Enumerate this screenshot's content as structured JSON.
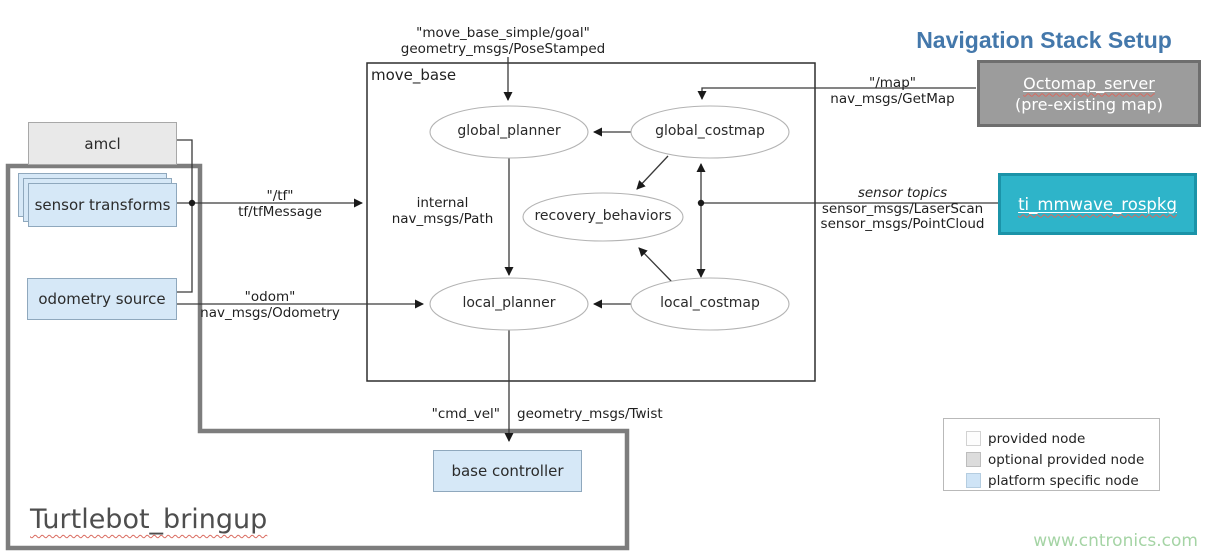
{
  "title": "Navigation Stack Setup",
  "watermark": "www.cntronics.com",
  "group_label": "Turtlebot_bringup",
  "move_base": {
    "label": "move_base"
  },
  "nodes": {
    "amcl": "amcl",
    "sensor_transforms": "sensor transforms",
    "odometry_source": "odometry source",
    "base_controller": "base controller",
    "octomap_line1": "Octomap_server",
    "octomap_line2": "(pre-existing map)",
    "ti_mmwave": "ti_mmwave_rospkg",
    "global_planner": "global_planner",
    "global_costmap": "global_costmap",
    "recovery_behaviors": "recovery_behaviors",
    "local_planner": "local_planner",
    "local_costmap": "local_costmap"
  },
  "edges": {
    "goal_topic": "\"move_base_simple/goal\"",
    "goal_type": "geometry_msgs/PoseStamped",
    "tf_topic": "\"/tf\"",
    "tf_type": "tf/tfMessage",
    "odom_topic": "\"odom\"",
    "odom_type": "nav_msgs/Odometry",
    "map_topic": "\"/map\"",
    "map_type": "nav_msgs/GetMap",
    "internal_line1": "internal",
    "internal_line2": "nav_msgs/Path",
    "sensor_topics": "sensor topics",
    "sensor_type1": "sensor_msgs/LaserScan",
    "sensor_type2": "sensor_msgs/PointCloud",
    "cmdvel_topic": "\"cmd_vel\"",
    "cmdvel_type": "geometry_msgs/Twist"
  },
  "legend": {
    "items": [
      {
        "label": "provided node",
        "color": "#ffffff"
      },
      {
        "label": "optional provided node",
        "color": "#dcdcdc"
      },
      {
        "label": "platform specific node",
        "color": "#cfe4f6"
      }
    ]
  },
  "colors": {
    "title_blue": "#4478ab",
    "platform_node_blue": "#d6e8f7",
    "optional_node_gray": "#e9e9e9",
    "octomap_gray": "#9c9c9c",
    "ti_teal": "#2eb4c9",
    "group_frame_gray": "#7d7d7d",
    "watermark_green": "#a5d4a5",
    "spellcheck_red": "#d96a5f"
  }
}
